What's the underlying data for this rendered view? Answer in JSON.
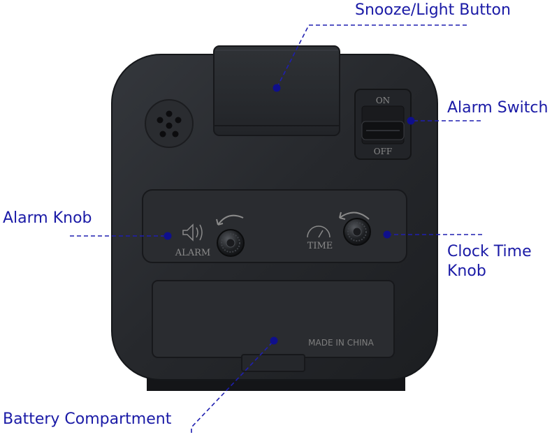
{
  "callouts": {
    "snooze": "Snooze/Light Button",
    "alarm_switch": "Alarm Switch",
    "alarm_knob": "Alarm Knob",
    "clock_time_line1": "Clock Time",
    "clock_time_line2": "Knob",
    "battery": "Battery Compartment"
  },
  "device_markings": {
    "switch_on": "ON",
    "switch_off": "OFF",
    "alarm_knob_label": "ALARM",
    "time_knob_label": "TIME",
    "made_in": "MADE IN CHINA"
  },
  "colors": {
    "callout_text": "#1a1aa6",
    "leader_line": "#1f1fb0",
    "body": "#26282c",
    "body_edge": "#15171a",
    "panel": "#2b2d31"
  }
}
